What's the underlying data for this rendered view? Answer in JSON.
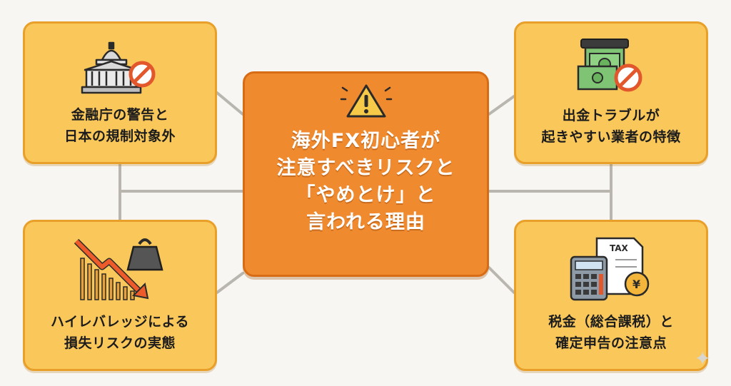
{
  "center": {
    "icon": "warning-triangle-icon",
    "lines": [
      "海外FX初心者が",
      "注意すべきリスクと",
      "「やめとけ」と",
      "言われる理由"
    ]
  },
  "top_left": {
    "icon": "government-building-prohibited-icon",
    "lines": [
      "金融庁の警告と",
      "日本の規制対象外"
    ]
  },
  "top_right": {
    "icon": "cash-withdrawal-prohibited-icon",
    "lines": [
      "出金トラブルが",
      "起きやすい業者の特徴"
    ]
  },
  "bottom_left": {
    "icon": "falling-chart-weight-icon",
    "lines": [
      "ハイレバレッジによる",
      "損失リスクの実態"
    ]
  },
  "bottom_right": {
    "icon": "tax-calculator-yen-icon",
    "tax_label": "TAX",
    "lines": [
      "税金（総合課税）と",
      "確定申告の注意点"
    ]
  },
  "colors": {
    "card_fill": "#f9c75a",
    "card_border": "#e8a02a",
    "center_fill": "#f08a2e",
    "center_border": "#d86c15",
    "connector": "#b9b6b0",
    "background": "#f7f6f3"
  },
  "decoration": {
    "sparkle_icon": "sparkle-icon"
  }
}
